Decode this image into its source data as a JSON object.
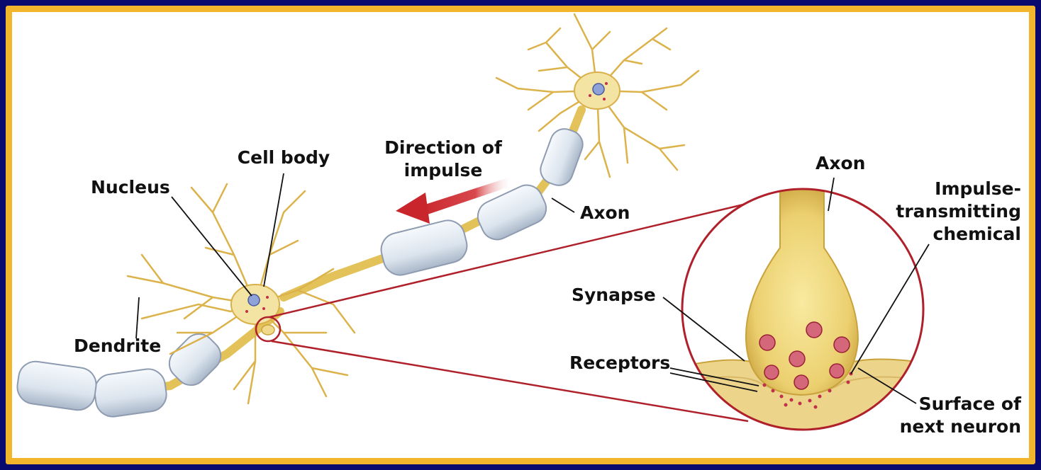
{
  "labels": {
    "cell_body": "Cell body",
    "nucleus": "Nucleus",
    "dendrite": "Dendrite",
    "direction_line1": "Direction of",
    "direction_line2": "impulse",
    "axon_main": "Axon",
    "axon_zoom": "Axon",
    "impulse_line1": "Impulse-",
    "impulse_line2": "transmitting",
    "impulse_line3": "chemical",
    "synapse": "Synapse",
    "receptors": "Receptors",
    "surface_line1": "Surface of",
    "surface_line2": "next neuron"
  },
  "colors": {
    "background": "#0a0a6e",
    "frame_border": "#f2b52c",
    "neuron": "#e8c25a",
    "myelin": "#dde6f0",
    "zoom_circle": "#b0202a",
    "arrow": "#c8262c",
    "vesicle": "#c0304a"
  }
}
